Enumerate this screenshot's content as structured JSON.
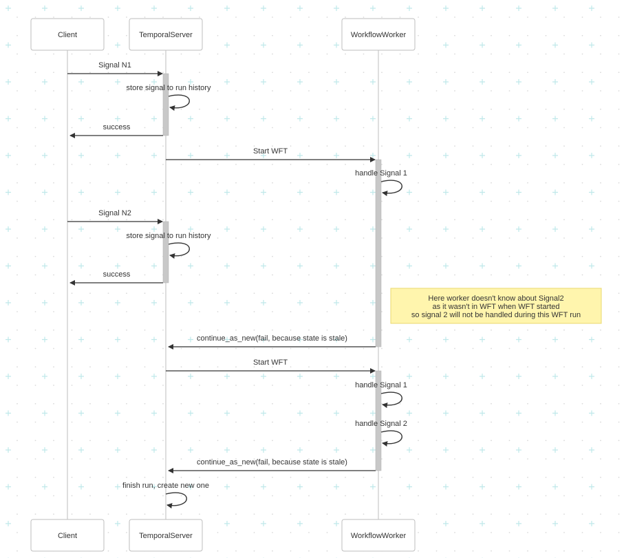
{
  "actors": [
    "Client",
    "TemporalServer",
    "WorkflowWorker"
  ],
  "messages": [
    {
      "from": "Client",
      "to": "TemporalServer",
      "label": "Signal N1"
    },
    {
      "from": "TemporalServer",
      "to": "TemporalServer",
      "label": "store signal to run history"
    },
    {
      "from": "TemporalServer",
      "to": "Client",
      "label": "success"
    },
    {
      "from": "TemporalServer",
      "to": "WorkflowWorker",
      "label": "Start WFT"
    },
    {
      "from": "WorkflowWorker",
      "to": "WorkflowWorker",
      "label": "handle Signal 1"
    },
    {
      "from": "Client",
      "to": "TemporalServer",
      "label": "Signal N2"
    },
    {
      "from": "TemporalServer",
      "to": "TemporalServer",
      "label": "store signal to run history"
    },
    {
      "from": "TemporalServer",
      "to": "Client",
      "label": "success"
    },
    {
      "from": "WorkflowWorker",
      "to": "TemporalServer",
      "label": "continue_as_new(fail, because state is stale)"
    },
    {
      "from": "TemporalServer",
      "to": "WorkflowWorker",
      "label": "Start WFT"
    },
    {
      "from": "WorkflowWorker",
      "to": "WorkflowWorker",
      "label": "handle Signal 1"
    },
    {
      "from": "WorkflowWorker",
      "to": "WorkflowWorker",
      "label": "handle Signal 2"
    },
    {
      "from": "WorkflowWorker",
      "to": "TemporalServer",
      "label": "continue_as_new(fail, because state is stale)"
    },
    {
      "from": "TemporalServer",
      "to": "TemporalServer",
      "label": "finish run, create new one"
    }
  ],
  "note": {
    "over": "WorkflowWorker",
    "lines": [
      "Here worker doesn't know about Signal2",
      "as it wasn't in WFT when WFT started",
      "so signal 2 will not be handled during this WFT run"
    ]
  },
  "colors": {
    "line": "#333333",
    "lifeline": "#bdbdbd",
    "activation": "#c8c8c8",
    "note_fill": "#fff5ad",
    "grid_plus": "#bfe8ea",
    "grid_dot": "#d9d9d9"
  }
}
